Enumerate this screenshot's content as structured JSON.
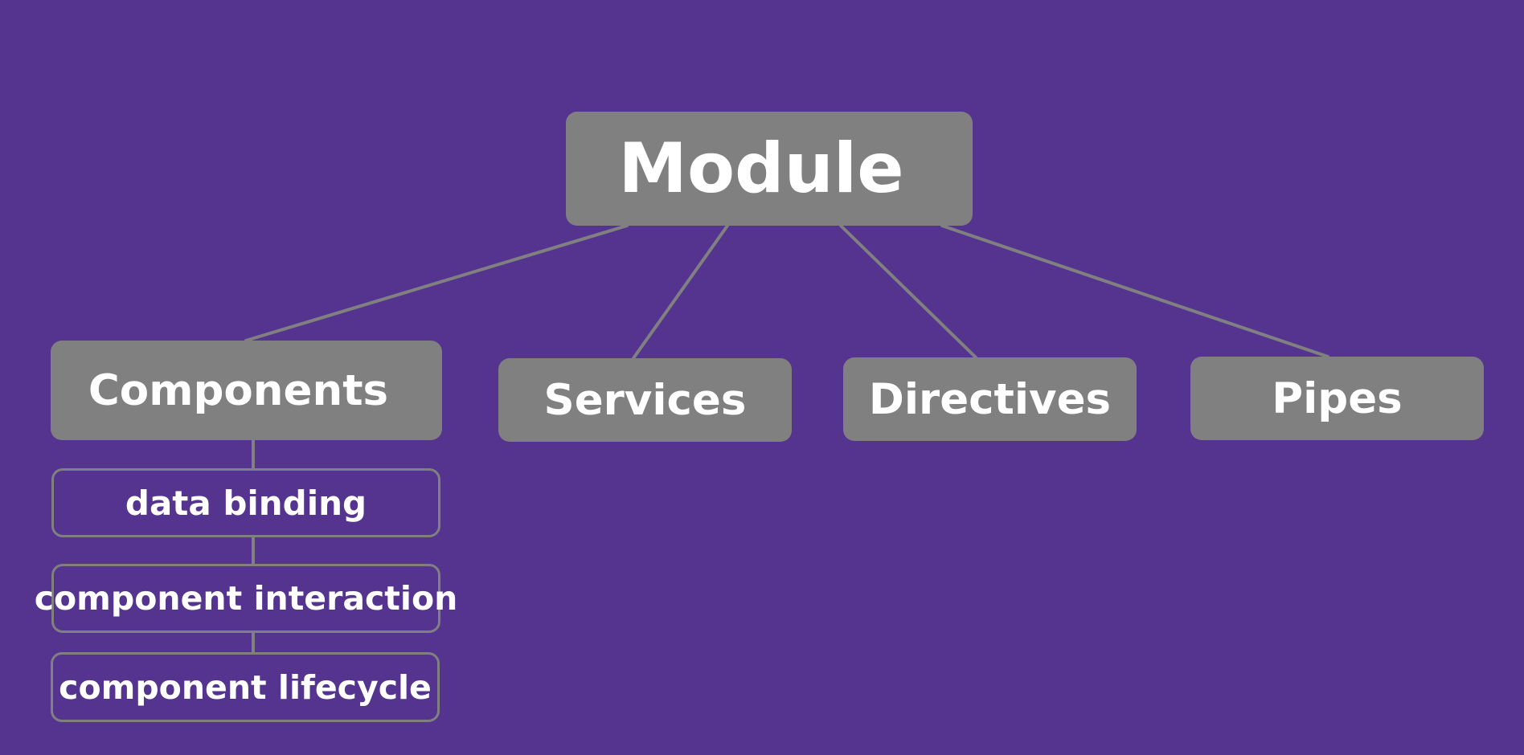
{
  "diagram": {
    "root": {
      "label": "Module"
    },
    "children": [
      {
        "label": "Components"
      },
      {
        "label": "Services"
      },
      {
        "label": "Directives"
      },
      {
        "label": "Pipes"
      }
    ],
    "component_topics": [
      {
        "label": "data binding"
      },
      {
        "label": "component interaction"
      },
      {
        "label": "component lifecycle"
      }
    ]
  },
  "colors": {
    "background": "#54348f",
    "node_fill": "#808080",
    "connector": "#808080",
    "text": "#ffffff"
  }
}
